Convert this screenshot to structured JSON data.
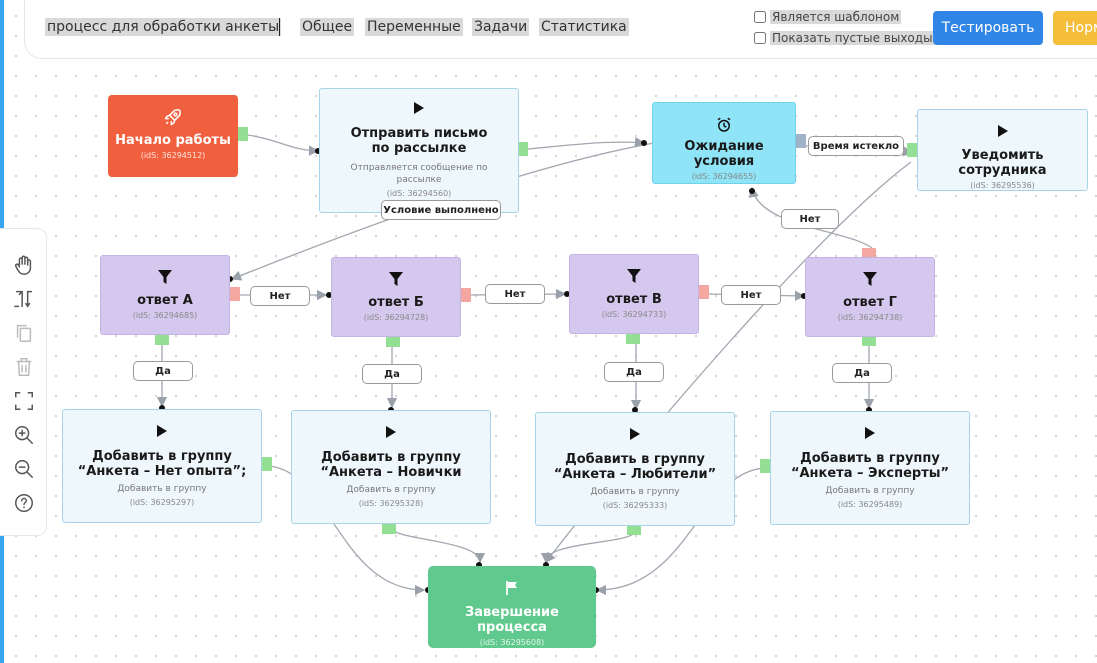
{
  "header": {
    "process_title": "процесс для обработки анкеты",
    "tabs": [
      "Общее",
      "Переменные",
      "Задачи",
      "Статистика"
    ],
    "checkbox_template": "Является шаблоном",
    "checkbox_empty_outputs": "Показать пустые выходы",
    "test_button": "Тестировать",
    "norm_button": "Норм"
  },
  "toolbar": [
    "hand-icon",
    "swap-vertical-icon",
    "copy-icon",
    "trash-icon",
    "fullscreen-icon",
    "zoom-in-icon",
    "zoom-out-icon",
    "help-icon"
  ],
  "nodes": {
    "start": {
      "title": "Начало работы",
      "id": "(idS: 36294512)"
    },
    "send_mail": {
      "title": "Отправить письмо по рассылке",
      "desc": "Отправляется сообщение по рассылке",
      "id": "(idS: 36294560)"
    },
    "wait": {
      "title": "Ожидание условия",
      "id": "(idS: 36294655)"
    },
    "notify": {
      "title": "Уведомить сотрудника",
      "id": "(idS: 36295536)"
    },
    "answer_a": {
      "title": "ответ А",
      "id": "(idS: 36294685)"
    },
    "answer_b": {
      "title": "ответ Б",
      "id": "(idS: 36294728)"
    },
    "answer_v": {
      "title": "ответ В",
      "id": "(idS: 36294733)"
    },
    "answer_g": {
      "title": "ответ Г",
      "id": "(idS: 36294738)"
    },
    "group_1": {
      "title": "Добавить в группу “Анкета – Нет опыта”;",
      "desc": "Добавить в группу",
      "id": "(idS: 36295297)"
    },
    "group_2": {
      "title": "Добавить в группу “Анкета – Новички",
      "desc": "Добавить в группу",
      "id": "(idS: 36295328)"
    },
    "group_3": {
      "title": "Добавить в группу “Анкета – Любители”",
      "desc": "Добавить в группу",
      "id": "(idS: 36295333)"
    },
    "group_4": {
      "title": "Добавить в группу “Анкета – Эксперты”",
      "desc": "Добавить в группу",
      "id": "(idS: 36295489)"
    },
    "end": {
      "title": "Завершение процесса",
      "id": "(idS: 36295608)"
    }
  },
  "labels": {
    "time_expired": "Время истекло",
    "condition_met": "Условие выполнено",
    "no": "Нет",
    "yes": "Да"
  },
  "colors": {
    "start": "#f0603f",
    "wait": "#8fe4f7",
    "filter": "#d5c8ee",
    "end": "#60c98d",
    "test_button": "#2f86e6",
    "norm_button": "#f5be3a"
  }
}
